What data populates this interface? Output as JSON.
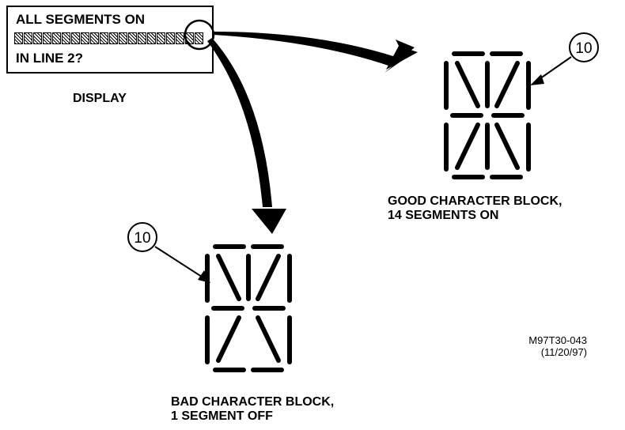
{
  "display": {
    "line1": "ALL SEGMENTS ON",
    "line3": "IN LINE 2?",
    "caption": "DISPLAY",
    "cell_count": 20
  },
  "good_block": {
    "callout": "10",
    "caption_line1": "GOOD CHARACTER BLOCK,",
    "caption_line2": "14 SEGMENTS ON"
  },
  "bad_block": {
    "callout": "10",
    "caption_line1": "BAD CHARACTER BLOCK,",
    "caption_line2": "1 SEGMENT OFF"
  },
  "figure_id": {
    "line1": "M97T30-043",
    "line2": "(11/20/97)"
  },
  "colors": {
    "ink": "#000000",
    "background": "#ffffff"
  }
}
